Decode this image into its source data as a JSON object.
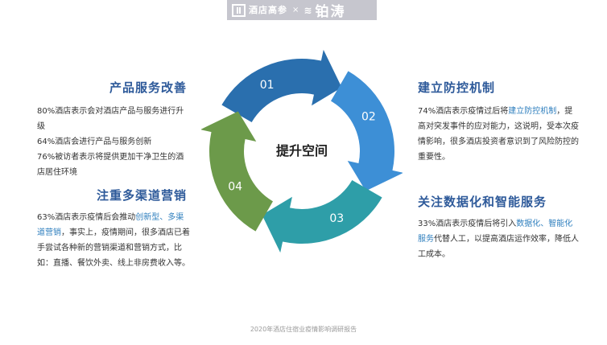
{
  "logo": {
    "brand1_cn": "酒店高参",
    "x": "×",
    "brand2_cn": "铂涛"
  },
  "diagram": {
    "center": "提升空间",
    "steps": [
      {
        "num": "01",
        "color": "#2a6fae"
      },
      {
        "num": "02",
        "color": "#3d8fd6"
      },
      {
        "num": "03",
        "color": "#2e9ea8"
      },
      {
        "num": "04",
        "color": "#6c9a4a"
      }
    ]
  },
  "product": {
    "title": "产品服务改善",
    "p1": "80%酒店表示会对酒店产品与服务进行升级",
    "p2": "64%酒店会进行产品与服务创新",
    "p3": "76%被访者表示将提供更加干净卫生的酒店居住环境"
  },
  "channel": {
    "title": "注重多渠道营销",
    "pre": "63%酒店表示疫情后会推动",
    "hl": "创新型、多渠道营销",
    "post": "，事实上，疫情期间，很多酒店已着手尝试各种新的营销渠道和营销方式，比如：直播、餐饮外卖、线上非房费收入等。"
  },
  "defense": {
    "title": "建立防控机制",
    "pre": "74%酒店表示疫情过后将",
    "hl": "建立防控机制",
    "post": "，提高对突发事件的应对能力，这说明，受本次疫情影响，很多酒店投资者意识到了风险防控的重要性。"
  },
  "digital": {
    "title": "关注数据化和智能服务",
    "pre": "33%酒店表示疫情后将引入",
    "hl": "数据化、智能化服务",
    "post": "代替人工，以提高酒店运作效率，降低人工成本。"
  },
  "footer": "2020年酒店住宿业疫情影响调研报告"
}
